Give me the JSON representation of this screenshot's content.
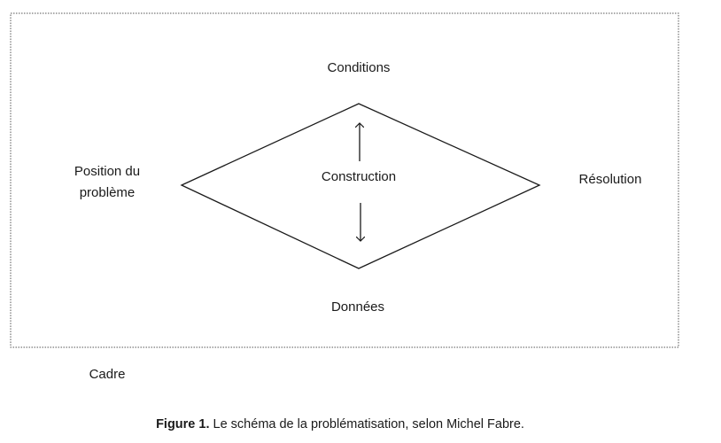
{
  "diagram": {
    "nodes": {
      "top": "Conditions",
      "center": "Construction",
      "bottom": "Données",
      "left_line1": "Position du",
      "left_line2": "problème",
      "right": "Résolution"
    },
    "frame_label": "Cadre",
    "edges": [
      {
        "from": "Construction",
        "to": "Conditions",
        "direction": "up"
      },
      {
        "from": "Construction",
        "to": "Données",
        "direction": "down"
      }
    ]
  },
  "caption": {
    "label": "Figure 1.",
    "text": " Le schéma de la problématisation, selon Michel Fabre."
  }
}
